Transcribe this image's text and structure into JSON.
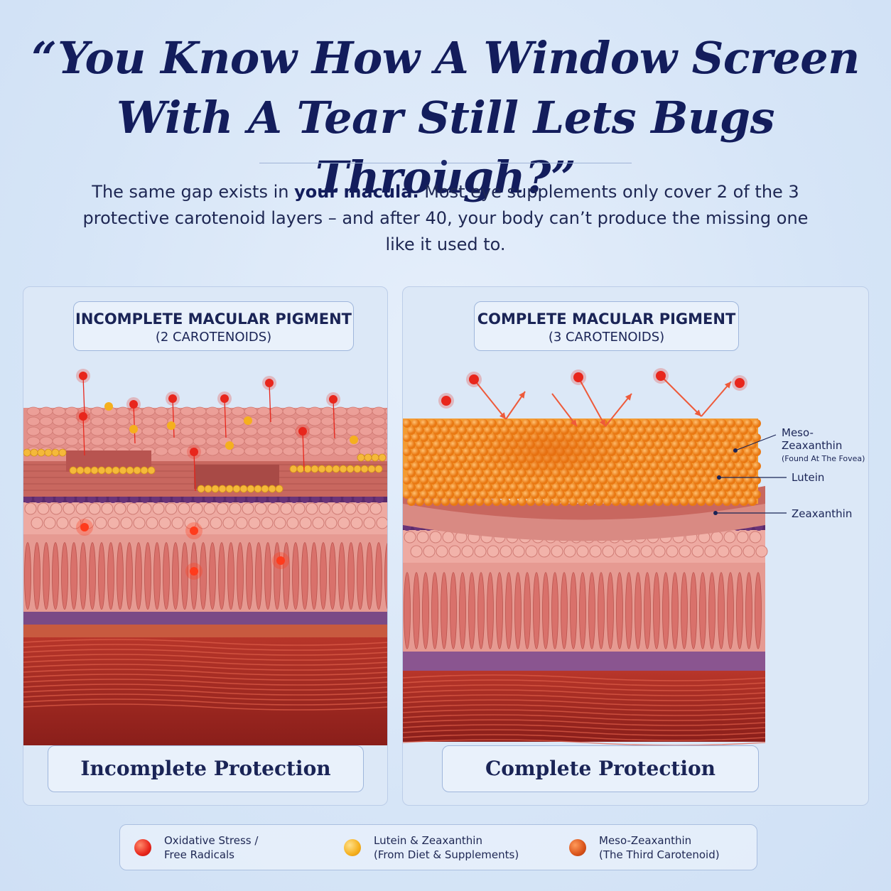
{
  "headline": {
    "line1": "“You Know How A Window Screen",
    "line2": "With A Tear Still Lets Bugs Through?”"
  },
  "subtext": {
    "part1": "The same gap exists in ",
    "bold": "your macula.",
    "part2": " Most eye supplements only cover 2 of the 3 protective carotenoid layers – and after 40, your body can’t produce the missing one like it used to."
  },
  "left_panel": {
    "title": "INCOMPLETE MACULAR PIGMENT",
    "subtitle": "(2 CAROTENOIDS)",
    "footer": "Incomplete Protection"
  },
  "right_panel": {
    "title": "COMPLETE MACULAR PIGMENT",
    "subtitle": "(3 CAROTENOIDS)",
    "footer": "Complete Protection",
    "labels": {
      "meso": "Meso-Zeaxanthin",
      "meso_note": "(Found At The Fovea)",
      "lutein": "Lutein",
      "zeaxanthin": "Zeaxanthin"
    }
  },
  "legend": [
    {
      "line1": "Oxidative Stress /",
      "line2": "Free Radicals",
      "color": "#e8261c",
      "icon": "free-radical-dot-icon"
    },
    {
      "line1": "Lutein & Zeaxanthin",
      "line2": "(From Diet & Supplements)",
      "color": "#f5b01e",
      "icon": "lutein-dot-icon"
    },
    {
      "line1": "Meso-Zeaxanthin",
      "line2": "(The Third Carotenoid)",
      "color": "#d9531a",
      "icon": "meso-dot-icon"
    }
  ],
  "colors": {
    "navy": "#131d5c",
    "radical_red": "#e8261c",
    "lutein_yellow": "#f5b01e",
    "meso_orange": "#ef8a1e"
  }
}
